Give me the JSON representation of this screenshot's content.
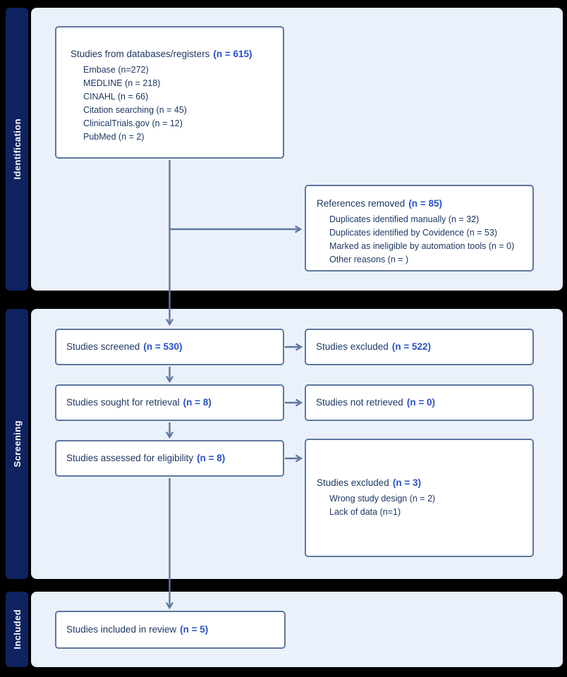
{
  "sections": [
    {
      "label": "Identification"
    },
    {
      "label": "Screening"
    },
    {
      "label": "Included"
    }
  ],
  "boxes": {
    "databases": {
      "label": "Studies from databases/registers",
      "n": "(n = 615)",
      "items": [
        "Embase (n=272)",
        "MEDLINE (n = 218)",
        "CINAHL (n = 66)",
        "Citation searching (n = 45)",
        "ClinicalTrials.gov (n = 12)",
        "PubMed (n = 2)"
      ]
    },
    "references_removed": {
      "label": "References removed",
      "n": "(n = 85)",
      "items": [
        "Duplicates identified manually (n = 32)",
        "Duplicates identified by Covidence (n = 53)",
        "Marked as ineligible by automation tools (n = 0)",
        "Other reasons (n = )"
      ]
    },
    "screened": {
      "label": "Studies screened",
      "n": "(n = 530)"
    },
    "excluded_screening": {
      "label": "Studies excluded",
      "n": "(n = 522)"
    },
    "sought": {
      "label": "Studies sought for retrieval",
      "n": "(n = 8)"
    },
    "not_retrieved": {
      "label": "Studies not retrieved",
      "n": "(n = 0)"
    },
    "assessed": {
      "label": "Studies assessed for eligibility",
      "n": "(n = 8)"
    },
    "excluded_eligibility": {
      "label": "Studies excluded",
      "n": "(n = 3)",
      "items": [
        "Wrong study design (n = 2)",
        "Lack of data (n=1)"
      ]
    },
    "included": {
      "label": "Studies included in review",
      "n": "(n = 5)"
    }
  },
  "colors": {
    "background": "#000000",
    "section_bar": "#0f2361",
    "panel": "#eaf1fb",
    "box_border": "#60779f",
    "arrow": "#60779f",
    "text": "#1f3864",
    "count_accent": "#2951c9",
    "sidebar_text": "#ffffff"
  }
}
